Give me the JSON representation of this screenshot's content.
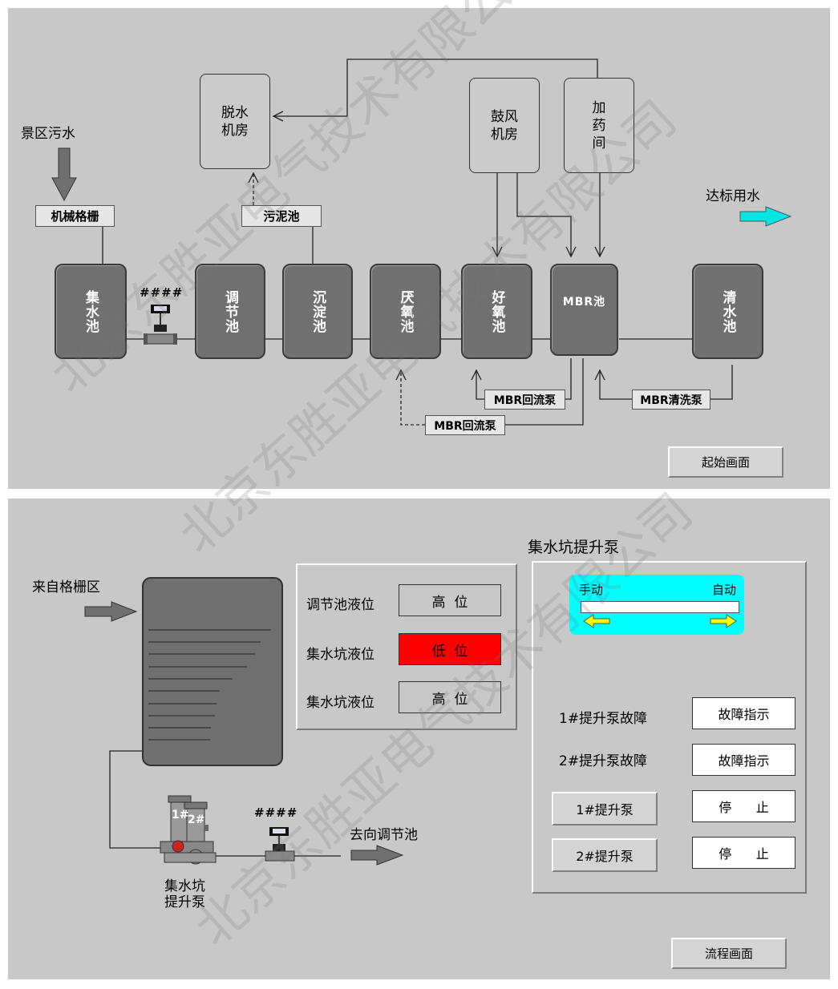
{
  "top": {
    "source_label": "景区污水",
    "screen_label": "机械格栅",
    "dewater_room": "脱水\n机房",
    "sludge_tank": "污泥池",
    "blower_room": "鼓风\n机房",
    "dosing_room": "加\n药\n间",
    "output_label": "达标用水",
    "tanks": [
      "集水池",
      "调节池",
      "沉淀池",
      "厌氧池",
      "好氧池",
      "MBR池",
      "清水池"
    ],
    "flowmeter_value": "####",
    "pump_tags": [
      "MBR回流泵",
      "MBR回流泵",
      "MBR清洗泵"
    ],
    "nav_button": "起始画面"
  },
  "bottom": {
    "source_label": "来自格栅区",
    "pit_title": "集水坑提升泵",
    "level_rows": [
      {
        "label": "调节池液位",
        "value": "高  位",
        "color": "#c8c8c8"
      },
      {
        "label": "集水坑液位",
        "value": "低  位",
        "color": "#ff0000"
      },
      {
        "label": "集水坑液位",
        "value": "高  位",
        "color": "#c8c8c8"
      }
    ],
    "switch_manual": "手动",
    "switch_auto": "自动",
    "fault_rows": [
      {
        "label": "1#提升泵故障",
        "value": "故障指示"
      },
      {
        "label": "2#提升泵故障",
        "value": "故障指示"
      }
    ],
    "pump_rows": [
      {
        "label": "1#提升泵",
        "value": "停      止"
      },
      {
        "label": "2#提升泵",
        "value": "停      止"
      }
    ],
    "pump_names": [
      "1#",
      "2#"
    ],
    "pump_station_label": "集水坑\n提升泵",
    "flowmeter_value": "####",
    "dest_label": "去向调节池",
    "nav_button": "流程画面"
  },
  "watermark": "北京东胜亚电气技术有限公司",
  "colors": {
    "panel": "#c8c8c8",
    "tank": "#707070",
    "alarm": "#ff0000",
    "switch_bg": "#00ffff",
    "arrow_cyan": "#00e5e5",
    "arrow_yellow": "#ffff00"
  }
}
